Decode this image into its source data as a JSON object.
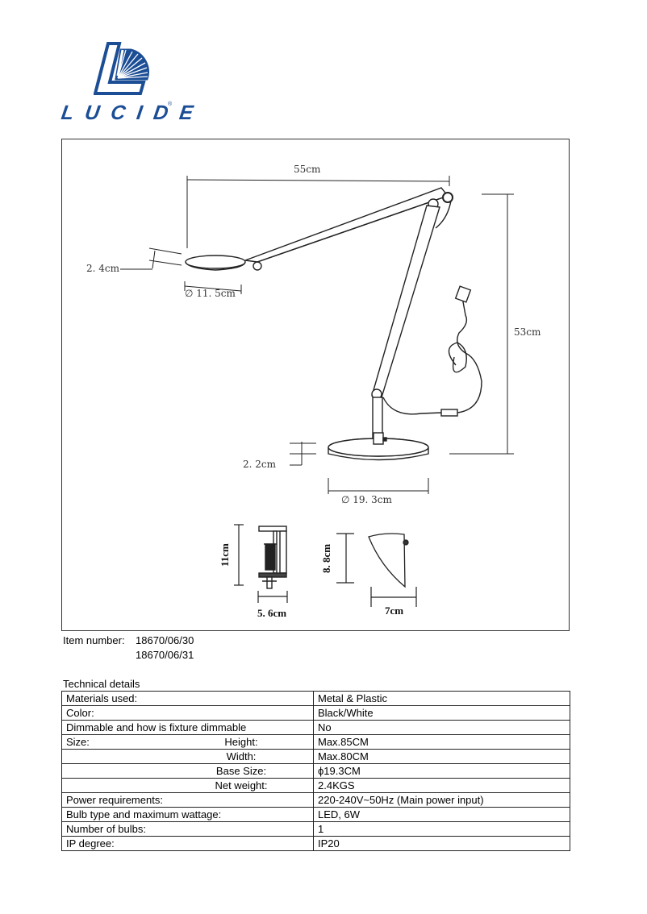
{
  "brand": {
    "name": "LUCIDE",
    "registered_mark": "®",
    "logo_color": "#1c4e96"
  },
  "drawing": {
    "dimensions": {
      "arm_length": "55cm",
      "total_height": "53cm",
      "head_thickness": "2. 4cm",
      "head_diameter": "∅ 11. 5cm",
      "base_thickness": "2. 2cm",
      "base_diameter": "∅ 19. 3cm",
      "clamp_height": "11cm",
      "clamp_width": "5. 6cm",
      "head_profile_height": "8. 8cm",
      "head_profile_width": "7cm"
    }
  },
  "item": {
    "label": "Item number:",
    "numbers": [
      "18670/06/30",
      "18670/06/31"
    ]
  },
  "technical": {
    "title": "Technical details",
    "rows": [
      {
        "label": "Materials used:",
        "sublabel": "",
        "value": "Metal & Plastic"
      },
      {
        "label": "Color:",
        "sublabel": "",
        "value": "Black/White"
      },
      {
        "label": "Dimmable and how is fixture dimmable",
        "sublabel": "",
        "value": "No"
      },
      {
        "label": "Size:",
        "sublabel": "Height:",
        "value": "Max.85CM"
      },
      {
        "label": "",
        "sublabel": "Width:",
        "value": "Max.80CM"
      },
      {
        "label": "",
        "sublabel": "Base Size:",
        "value": "ϕ19.3CM"
      },
      {
        "label": "",
        "sublabel": "Net weight:",
        "value": "2.4KGS"
      },
      {
        "label": "Power requirements:",
        "sublabel": "",
        "value": "220-240V~50Hz (Main power input)"
      },
      {
        "label": "Bulb type and maximum wattage:",
        "sublabel": "",
        "value": "LED, 6W"
      },
      {
        "label": "Number of bulbs:",
        "sublabel": "",
        "value": "1"
      },
      {
        "label": "IP degree:",
        "sublabel": "",
        "value": "IP20"
      }
    ]
  }
}
